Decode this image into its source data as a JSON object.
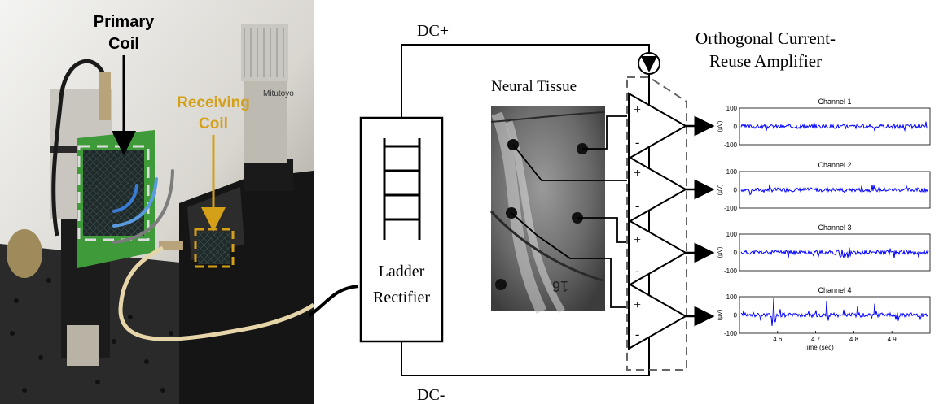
{
  "photo": {
    "primary_coil_label": [
      "Primary",
      "Coil"
    ],
    "receiving_coil_label": [
      "Receiving",
      "Coil"
    ],
    "micrometer_brand": "Mitutoyo",
    "colors": {
      "primary_label": "#000000",
      "receiving_label": "#d4a017"
    }
  },
  "schematic": {
    "dc_plus": "DC+",
    "dc_minus": "DC-",
    "rectifier_label": [
      "Ladder",
      "Rectifier"
    ],
    "tissue_label": "Neural Tissue",
    "tissue_marking": "16",
    "amplifier_title": [
      "Orthogonal Current-",
      "Reuse Amplifier"
    ],
    "plus_sign": "+",
    "minus_sign": "-"
  },
  "chart_data": [
    {
      "type": "line",
      "title": "Channel 1",
      "ylabel": "(µV)",
      "yticks": [
        "100",
        "0",
        "-100"
      ],
      "ylim": [
        -100,
        100
      ],
      "xlim": [
        4.5,
        5.0
      ],
      "color": "#0000ff"
    },
    {
      "type": "line",
      "title": "Channel 2",
      "ylabel": "(µV)",
      "yticks": [
        "100",
        "0",
        "-100"
      ],
      "ylim": [
        -100,
        100
      ],
      "xlim": [
        4.5,
        5.0
      ],
      "color": "#0000ff"
    },
    {
      "type": "line",
      "title": "Channel 3",
      "ylabel": "(µV)",
      "yticks": [
        "100",
        "0",
        "-100"
      ],
      "ylim": [
        -100,
        100
      ],
      "xlim": [
        4.5,
        5.0
      ],
      "color": "#0000ff"
    },
    {
      "type": "line",
      "title": "Channel 4",
      "ylabel": "(µV)",
      "yticks": [
        "100",
        "0",
        "-100"
      ],
      "ylim": [
        -100,
        100
      ],
      "xlim": [
        4.5,
        5.0
      ],
      "color": "#0000ff",
      "xticks": [
        "4.6",
        "4.7",
        "4.8",
        "4.9"
      ],
      "xlabel": "Time (sec)"
    }
  ]
}
